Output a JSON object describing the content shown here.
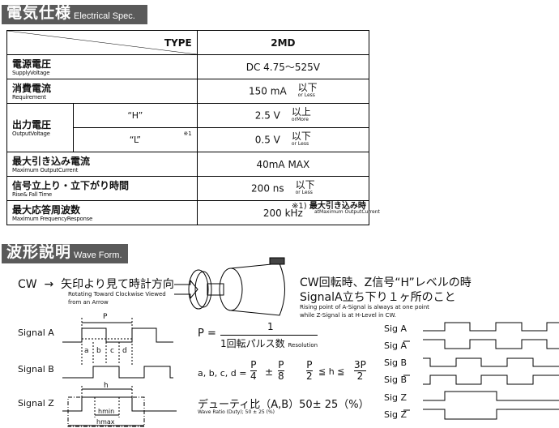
{
  "spec": {
    "title_jp": "電気仕様",
    "title_en": "Electrical Spec.",
    "type_label": "TYPE",
    "model": "2MD",
    "rows": [
      {
        "jp": "電源電圧",
        "en": "SupplyVoltage",
        "value": "DC  4.75～525V",
        "unit_jp": "",
        "unit_en": ""
      },
      {
        "jp": "消費電流",
        "en": "Requirement",
        "value": "150 mA",
        "unit_jp": "以下",
        "unit_en": "or Less"
      },
      {
        "jp": "最大引き込み電流",
        "en": "Maximum OutputCurrent",
        "value": "40mA  MAX",
        "unit_jp": "",
        "unit_en": ""
      },
      {
        "jp": "信号立上り・立下がり時間",
        "en": "Rise& Fall Time",
        "value": "200 ns",
        "unit_jp": "以下",
        "unit_en": "or Less"
      },
      {
        "jp": "最大応答周波数",
        "en": "Maximum FrequencyResponse",
        "value": "200 kHz",
        "unit_jp": "",
        "unit_en": ""
      }
    ],
    "output": {
      "jp": "出力電圧",
      "en": "OutputVoltage",
      "h_label": "“H”",
      "l_label": "“L”",
      "note_mark": "※1",
      "h_value": "2.5 V",
      "h_unit_jp": "以上",
      "h_unit_en": "orMore",
      "l_value": "0.5 V",
      "l_unit_jp": "以下",
      "l_unit_en": "or Less"
    },
    "footnote_mark": "※1)",
    "footnote_jp": "最大引き込み時",
    "footnote_en": "atMaximum OutputCurrent"
  },
  "wave": {
    "title_jp": "波形説明",
    "title_en": "Wave Form.",
    "cw": "CW",
    "arrow": "→",
    "cw_jp": "矢印より見て時計方向",
    "cw_en1": "Rotating Toward Clockwise Viewed",
    "cw_en2": "from an Arrow",
    "note_jp1": "CW回転時、Z信号“H”レベルの時",
    "note_jp2": "SignalA立ち下り１ヶ所のこと",
    "note_en1": "Rising point of A-Signal is always at one point",
    "note_en2": "while Z-Signal is at H-Level in CW.",
    "signals": [
      "Signal A",
      "Signal B",
      "Signal Z"
    ],
    "p": "P",
    "h": "h",
    "hmin": "hmin",
    "hmax": "hmax",
    "abcd": [
      "a",
      "b",
      "c",
      "d"
    ],
    "formula_p": "P =",
    "formula_num": "1",
    "formula_den": "1回転パルス数",
    "formula_res": "Resolution",
    "formula2_lhs": "a, b, c, d =",
    "f_p": "P",
    "f_4": "4",
    "f_pm": "±",
    "f_8": "8",
    "f_2": "2",
    "f_le": "≦ h ≦",
    "f_3p": "3P",
    "duty_jp": "デューティ比（A,B）50± 25（%）",
    "duty_en": "Wave Ratio (Duty); 50 ± 25 (%)",
    "sig_labels": [
      "Sig A",
      "Sig A",
      "Sig B",
      "Sig B",
      "Sig Z",
      "Sig Z"
    ]
  }
}
